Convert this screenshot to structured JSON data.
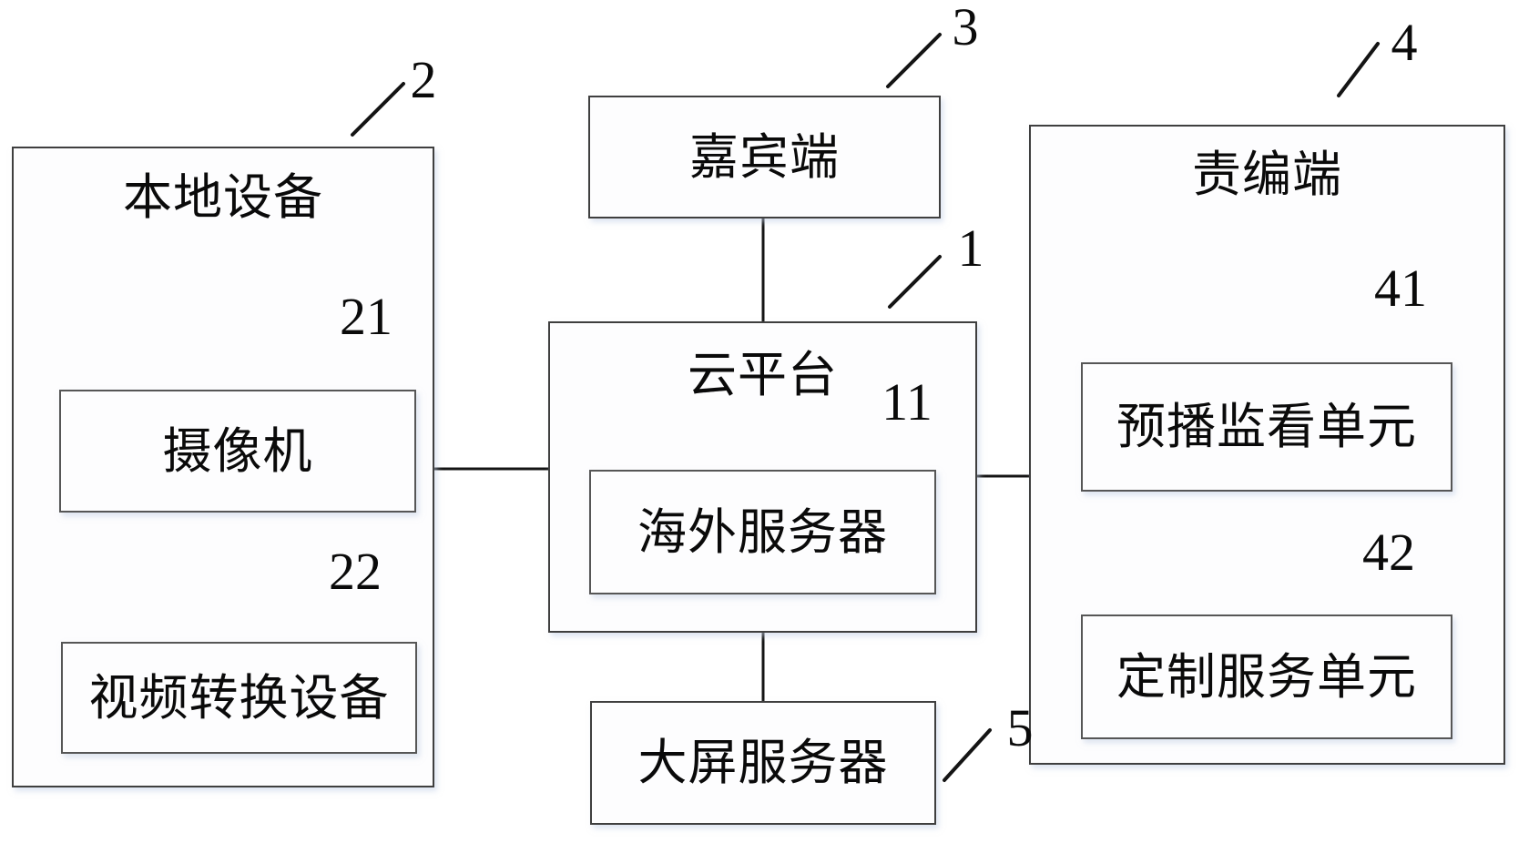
{
  "boxes": {
    "local_device": {
      "title": "本地设备",
      "ref": "2"
    },
    "camera": {
      "title": "摄像机",
      "ref": "21"
    },
    "video_converter": {
      "title": "视频转换设备",
      "ref": "22"
    },
    "guest_terminal": {
      "title": "嘉宾端",
      "ref": "3"
    },
    "cloud_platform": {
      "title": "云平台",
      "ref": "1"
    },
    "overseas_server": {
      "title": "海外服务器",
      "ref": "11"
    },
    "big_screen_server": {
      "title": "大屏服务器",
      "ref": "5"
    },
    "editor_terminal": {
      "title": "责编端",
      "ref": "4"
    },
    "preview_monitor_unit": {
      "title": "预播监看单元",
      "ref": "41"
    },
    "custom_service_unit": {
      "title": "定制服务单元",
      "ref": "42"
    }
  },
  "colors": {
    "background": "#ffffff",
    "box_fill": "#fdfdfe",
    "outer_border": "#3f3f3f",
    "inner_border": "#565656",
    "line": "#141414",
    "text": "#0a0a0a"
  }
}
